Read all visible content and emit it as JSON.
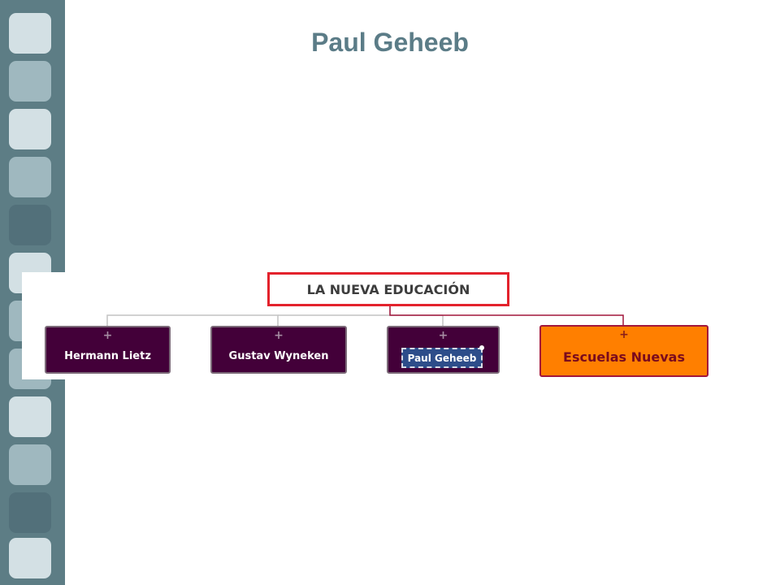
{
  "slide": {
    "title": "Paul Geheeb"
  },
  "mindmap": {
    "root_label": "LA NUEVA EDUCACIÓN",
    "expand_symbol": "+",
    "children": [
      {
        "label": "Hermann Lietz"
      },
      {
        "label": "Gustav Wyneken"
      },
      {
        "label": "Paul Geheeb"
      },
      {
        "label": "Escuelas Nuevas"
      }
    ]
  },
  "colors": {
    "filmstrip": "#5d7d85",
    "title": "#5b7c87",
    "root_border": "#e3222c",
    "node_fill": "#430039",
    "highlight_fill": "#ff7f00",
    "highlight_border": "#a2163c",
    "selection_fill": "#2d4d8a"
  }
}
